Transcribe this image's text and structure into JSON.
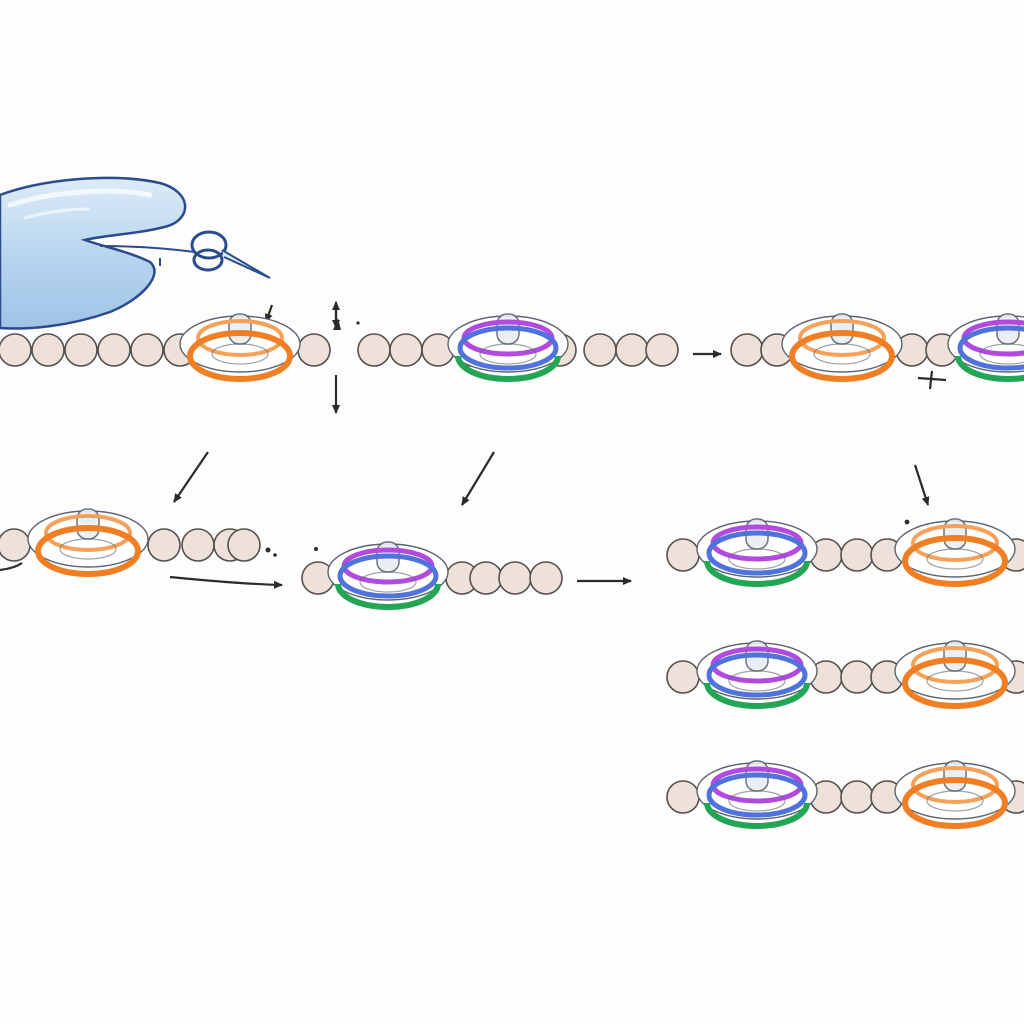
{
  "palette": {
    "background": "#fdfdfd",
    "bead_fill": "#ede1d9",
    "bead_stroke": "#55504d",
    "enzyme_fill": "#b6d4ee",
    "enzyme_highlight": "#dcebf8",
    "enzyme_stroke": "#2b4c8c",
    "arrow": "#2b2b2b",
    "ring_orange": "#f07f24",
    "ring_orange_light": "#f5a15a",
    "ring_blue": "#4f72dc",
    "ring_purple": "#b14be0",
    "ring_green": "#22a655",
    "clamp_fill": "#e8eef2",
    "clamp_stroke": "#5c6470"
  },
  "icons": {
    "enzyme": "blue-enzyme-with-scissors-icon",
    "bead": "nucleosome-bead",
    "ring_single": "orange-ring-complex",
    "ring_multi": "blue-purple-green-ring-complex",
    "arrow": "process-arrow"
  },
  "strands": [
    {
      "id": "strand-1",
      "ring": "orange"
    },
    {
      "id": "strand-2",
      "ring": "multi"
    },
    {
      "id": "strand-3",
      "ring": "orange-multi"
    },
    {
      "id": "strand-4",
      "ring": "orange"
    },
    {
      "id": "strand-5",
      "ring": "multi"
    },
    {
      "id": "strand-6",
      "ring": "multi-orange"
    },
    {
      "id": "strand-7",
      "ring": "multi-orange"
    },
    {
      "id": "strand-8",
      "ring": "multi-orange"
    }
  ]
}
